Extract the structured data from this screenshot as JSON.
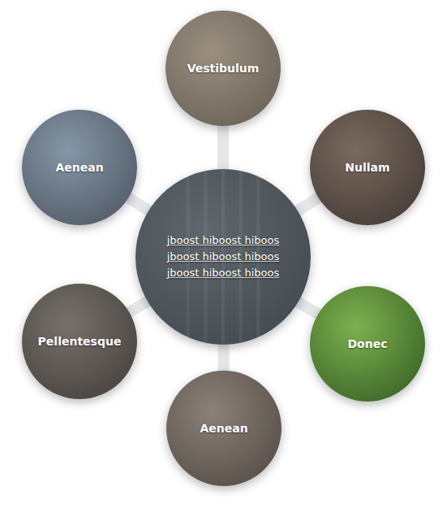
{
  "diagram": {
    "nodes": [
      {
        "text": [
          "Vestibulum"
        ]
      },
      {
        "text": [
          "Aenean"
        ]
      },
      {
        "text": [
          "Nullam"
        ]
      },
      {
        "text": [
          "jboost hiboost hiboos",
          "jboost hiboost hiboos",
          "jboost hiboost hiboos"
        ]
      },
      {
        "text": [
          "Pellentesque"
        ]
      },
      {
        "text": [
          "Donec"
        ]
      },
      {
        "text": [
          "Aenean"
        ]
      }
    ],
    "edges": [
      {
        "from": 3,
        "to": 0,
        "arrow": "none"
      },
      {
        "from": 3,
        "to": 1,
        "arrow": "none"
      },
      {
        "from": 3,
        "to": 2,
        "arrow": "none"
      },
      {
        "from": 3,
        "to": 4,
        "arrow": "none"
      },
      {
        "from": 3,
        "to": 5,
        "arrow": "none"
      },
      {
        "from": 3,
        "to": 6,
        "arrow": "none"
      }
    ]
  }
}
